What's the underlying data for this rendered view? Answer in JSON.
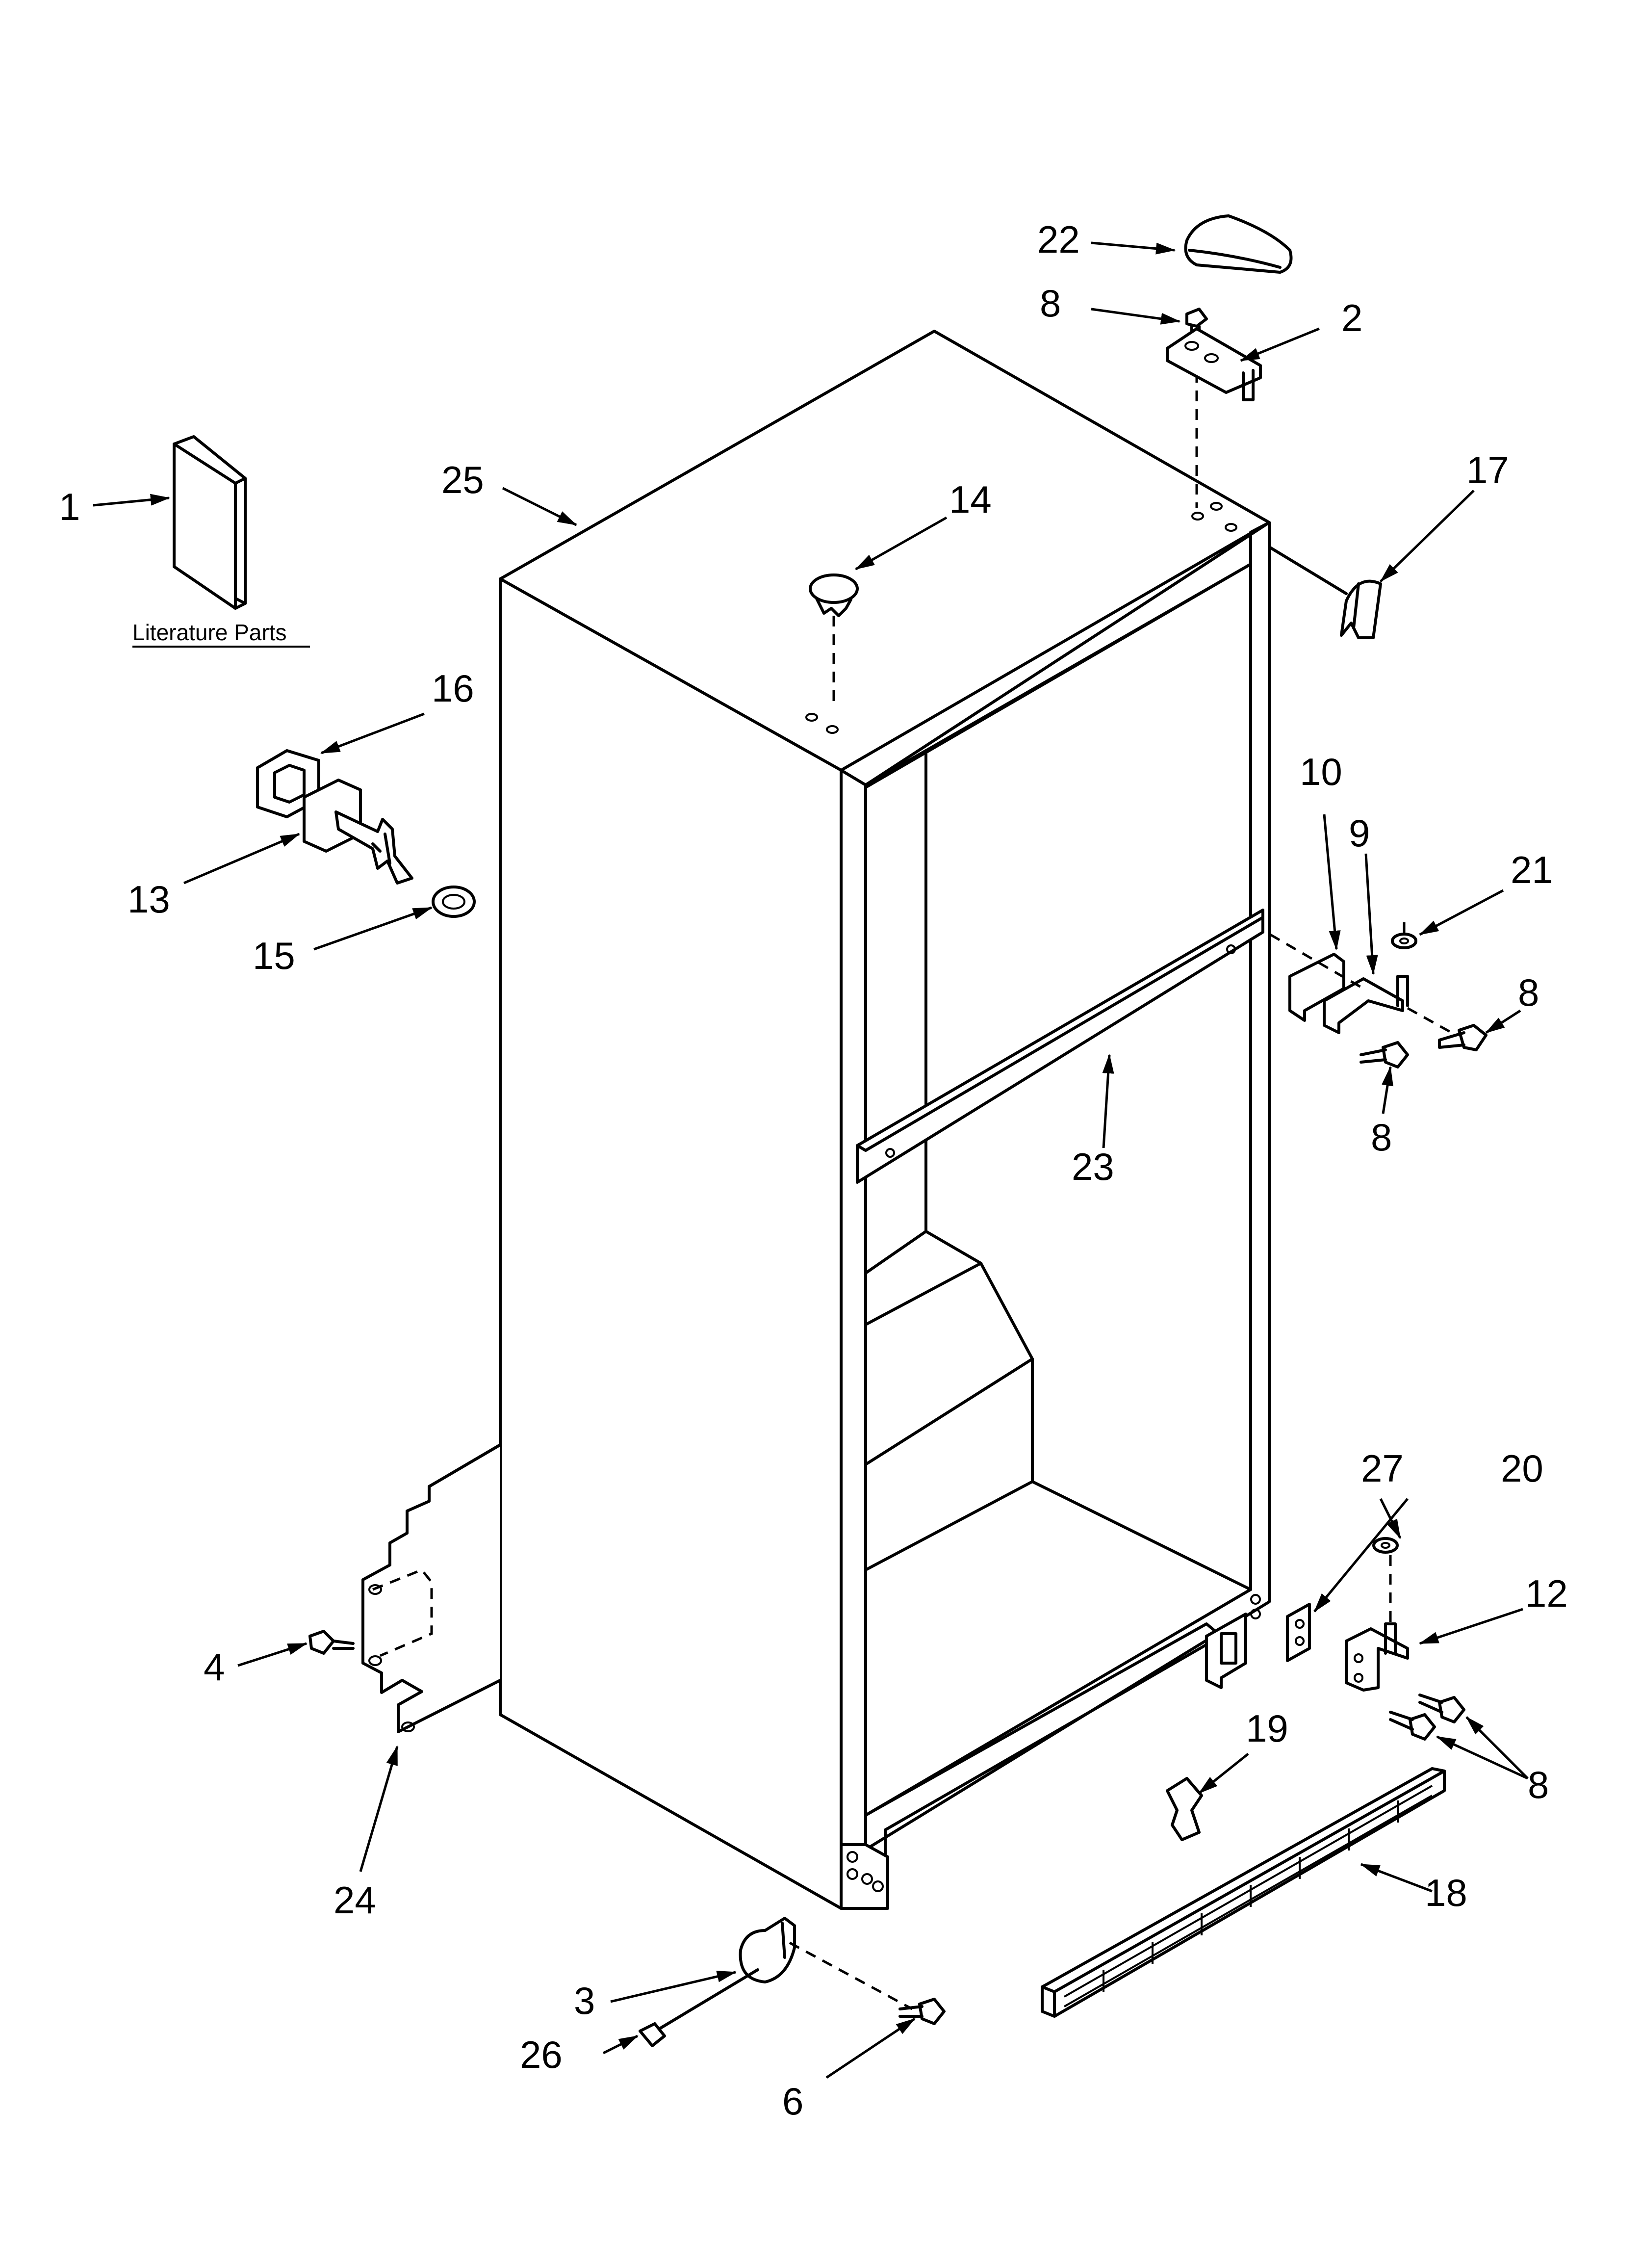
{
  "diagram": {
    "literature_label": "Literature Parts",
    "callouts": [
      {
        "id": "c1",
        "label": "1"
      },
      {
        "id": "c2",
        "label": "2"
      },
      {
        "id": "c3",
        "label": "3"
      },
      {
        "id": "c4",
        "label": "4"
      },
      {
        "id": "c6",
        "label": "6"
      },
      {
        "id": "c8a",
        "label": "8"
      },
      {
        "id": "c8b",
        "label": "8"
      },
      {
        "id": "c8c",
        "label": "8"
      },
      {
        "id": "c8d",
        "label": "8"
      },
      {
        "id": "c9",
        "label": "9"
      },
      {
        "id": "c10",
        "label": "10"
      },
      {
        "id": "c12",
        "label": "12"
      },
      {
        "id": "c13",
        "label": "13"
      },
      {
        "id": "c14",
        "label": "14"
      },
      {
        "id": "c15",
        "label": "15"
      },
      {
        "id": "c16",
        "label": "16"
      },
      {
        "id": "c17",
        "label": "17"
      },
      {
        "id": "c18",
        "label": "18"
      },
      {
        "id": "c19",
        "label": "19"
      },
      {
        "id": "c20",
        "label": "20"
      },
      {
        "id": "c21",
        "label": "21"
      },
      {
        "id": "c22",
        "label": "22"
      },
      {
        "id": "c23",
        "label": "23"
      },
      {
        "id": "c24",
        "label": "24"
      },
      {
        "id": "c25",
        "label": "25"
      },
      {
        "id": "c26",
        "label": "26"
      },
      {
        "id": "c27",
        "label": "27"
      }
    ]
  }
}
